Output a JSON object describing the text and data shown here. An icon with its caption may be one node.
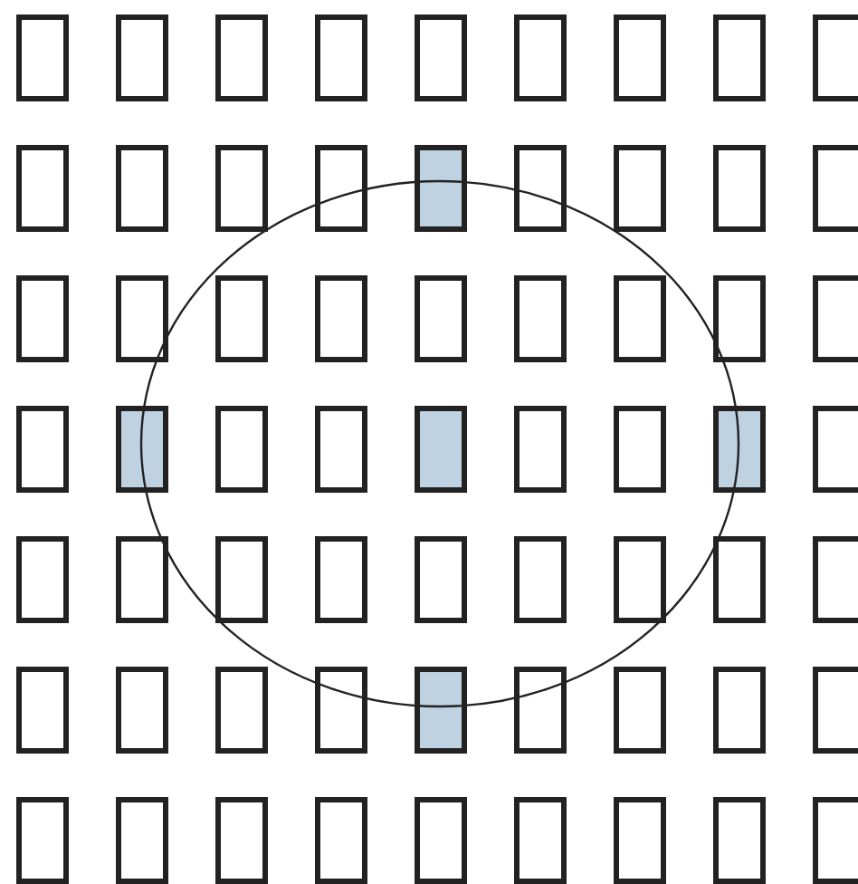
{
  "diagram": {
    "nodes": [
      {
        "text": [],
        "shape": "ellipse"
      },
      {
        "text": [],
        "shape": "box"
      },
      {
        "text": [],
        "shape": "box"
      },
      {
        "text": [],
        "shape": "box"
      },
      {
        "text": [],
        "shape": "box"
      },
      {
        "text": [],
        "shape": "box"
      },
      {
        "text": [],
        "shape": "box"
      },
      {
        "text": [],
        "shape": "box"
      },
      {
        "text": [],
        "shape": "box"
      },
      {
        "text": [],
        "shape": "box"
      },
      {
        "text": [],
        "shape": "box"
      },
      {
        "text": [],
        "shape": "box"
      },
      {
        "text": [],
        "shape": "box"
      },
      {
        "text": [],
        "shape": "box"
      },
      {
        "text": [],
        "shape": "box"
      },
      {
        "text": [],
        "shape": "box"
      },
      {
        "text": [],
        "shape": "box"
      },
      {
        "text": [],
        "shape": "box"
      },
      {
        "text": [],
        "shape": "box"
      },
      {
        "text": [],
        "shape": "box"
      },
      {
        "text": [],
        "shape": "box"
      },
      {
        "text": [],
        "shape": "box",
        "in": 0
      },
      {
        "text": [],
        "shape": "box",
        "in": 0
      },
      {
        "text": [],
        "shape": "box",
        "in": 0
      },
      {
        "text": [],
        "shape": "box",
        "in": 0
      },
      {
        "text": [],
        "shape": "box",
        "in": 0
      },
      {
        "text": [],
        "shape": "box"
      },
      {
        "text": [],
        "shape": "box"
      },
      {
        "text": [],
        "shape": "box"
      },
      {
        "text": [],
        "shape": "box"
      },
      {
        "text": [],
        "shape": "box",
        "in": 0
      },
      {
        "text": [],
        "shape": "box",
        "in": 0
      },
      {
        "text": [],
        "shape": "box",
        "in": 0
      },
      {
        "text": [],
        "shape": "box",
        "in": 0
      },
      {
        "text": [],
        "shape": "box",
        "in": 0
      },
      {
        "text": [],
        "shape": "box"
      },
      {
        "text": [],
        "shape": "box"
      },
      {
        "text": [],
        "shape": "box"
      },
      {
        "text": [],
        "shape": "box"
      },
      {
        "text": [],
        "shape": "box",
        "in": 0
      },
      {
        "text": [],
        "shape": "box",
        "in": 0
      },
      {
        "text": [],
        "shape": "box",
        "in": 0
      },
      {
        "text": [],
        "shape": "box",
        "in": 0
      },
      {
        "text": [],
        "shape": "box",
        "in": 0
      },
      {
        "text": [],
        "shape": "box"
      },
      {
        "text": [],
        "shape": "box"
      },
      {
        "text": [],
        "shape": "box"
      },
      {
        "text": [],
        "shape": "box"
      },
      {
        "text": [],
        "shape": "box"
      },
      {
        "text": [],
        "shape": "box"
      },
      {
        "text": [],
        "shape": "box"
      },
      {
        "text": [],
        "shape": "box"
      },
      {
        "text": [],
        "shape": "box"
      },
      {
        "text": [],
        "shape": "box"
      },
      {
        "text": [],
        "shape": "box"
      },
      {
        "text": [],
        "shape": "box"
      },
      {
        "text": [],
        "shape": "box"
      },
      {
        "text": [],
        "shape": "box"
      },
      {
        "text": [],
        "shape": "box"
      },
      {
        "text": [],
        "shape": "box"
      },
      {
        "text": [],
        "shape": "box"
      },
      {
        "text": [],
        "shape": "box"
      },
      {
        "text": [],
        "shape": "box"
      },
      {
        "text": [],
        "shape": "box"
      }
    ]
  }
}
